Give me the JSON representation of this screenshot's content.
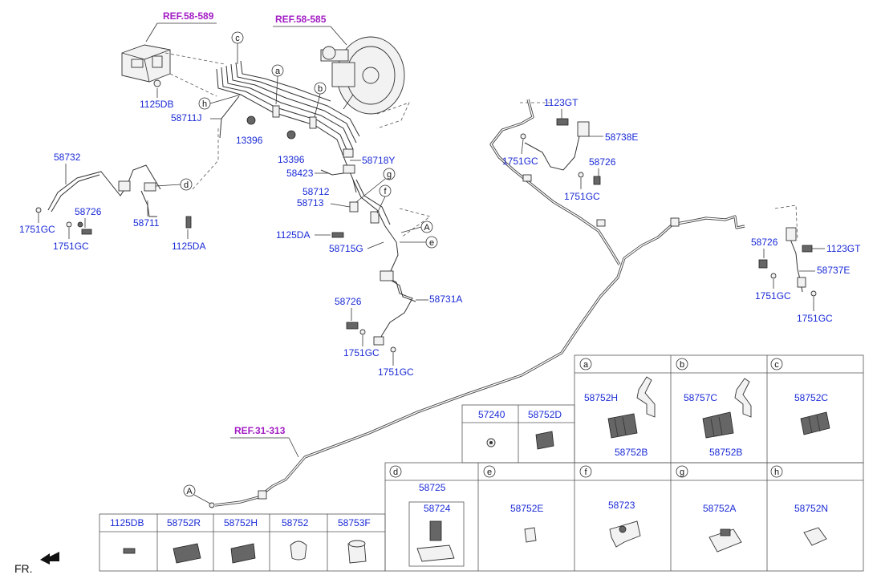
{
  "refs": {
    "r589": "REF.58-589",
    "r585": "REF.58-585",
    "r313": "REF.31-313"
  },
  "callouts": {
    "p1125DB": "1125DB",
    "p58711J": "58711J",
    "p13396a": "13396",
    "p13396b": "13396",
    "p58718Y": "58718Y",
    "p58423": "58423",
    "p58712": "58712",
    "p58713": "58713",
    "p1125DA_mid": "1125DA",
    "p58715G": "58715G",
    "p58726_mid": "58726",
    "p58731A": "58731A",
    "p1751GC_mid1": "1751GC",
    "p1751GC_mid2": "1751GC",
    "p58732": "58732",
    "p58726_left": "58726",
    "p1751GC_left1": "1751GC",
    "p1751GC_left2": "1751GC",
    "p58711": "58711",
    "p1125DA_left": "1125DA",
    "p1123GT_top": "1123GT",
    "p58738E": "58738E",
    "p1751GC_tr1": "1751GC",
    "p58726_tr": "58726",
    "p1751GC_tr2": "1751GC",
    "p58726_r": "58726",
    "p1123GT_r": "1123GT",
    "p58737E": "58737E",
    "p1751GC_r1": "1751GC",
    "p1751GC_r2": "1751GC"
  },
  "circle_letters": {
    "c": "c",
    "a": "a",
    "b": "b",
    "h": "h",
    "d": "d",
    "g": "g",
    "f": "f",
    "A1": "A",
    "e": "e",
    "A2": "A"
  },
  "table_right": {
    "a": {
      "letter": "a",
      "part1": "58752H",
      "part2": "58752B"
    },
    "b": {
      "letter": "b",
      "part1": "58757C",
      "part2": "58752B"
    },
    "c": {
      "letter": "c",
      "part1": "58752C"
    },
    "mid_headers": [
      "57240",
      "58752D"
    ],
    "d": {
      "letter": "d",
      "part1": "58725",
      "part2": "58724"
    },
    "e": {
      "letter": "e",
      "part1": "58752E"
    },
    "f": {
      "letter": "f",
      "part1": "58723"
    },
    "g": {
      "letter": "g",
      "part1": "58752A"
    },
    "h": {
      "letter": "h",
      "part1": "58752N"
    }
  },
  "table_bottom": {
    "headers": [
      "1125DB",
      "58752R",
      "58752H",
      "58752",
      "58753F"
    ]
  },
  "direction_label": "FR.",
  "colors": {
    "callout": "#1a2ad6",
    "ref": "#a21cc4",
    "line": "#333333"
  }
}
